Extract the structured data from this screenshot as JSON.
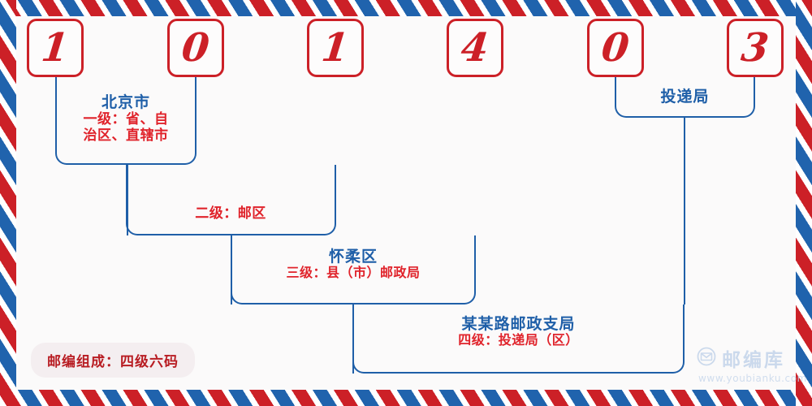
{
  "postcode": {
    "digits": [
      "1",
      "0",
      "1",
      "4",
      "0",
      "3"
    ]
  },
  "levels": [
    {
      "id": "level-1",
      "title": "北京市",
      "sub_line1": "一级：省、自",
      "sub_line2": "治区、直辖市"
    },
    {
      "id": "level-2",
      "title": "",
      "sub_line1": "二级：邮区",
      "sub_line2": ""
    },
    {
      "id": "level-3",
      "title": "怀柔区",
      "sub_line1": "三级：县（市）邮政局",
      "sub_line2": ""
    },
    {
      "id": "level-4",
      "title": "某某路邮政支局",
      "sub_line1": "四级：投递局（区）",
      "sub_line2": ""
    }
  ],
  "delivery_office": {
    "label": "投递局"
  },
  "badge": {
    "text": "邮编组成：四级六码"
  },
  "watermark": {
    "brand": "邮编库",
    "url": "www.youbianku.com",
    "icon": "envelope-circle-icon"
  },
  "colors": {
    "red": "#cc2027",
    "blue": "#1f5fa8",
    "label_red": "#e0232b",
    "badge_bg": "#f4eef0",
    "badge_text": "#b81c22",
    "watermark": "#c3d4ea",
    "page_bg": "#fbfafa"
  }
}
